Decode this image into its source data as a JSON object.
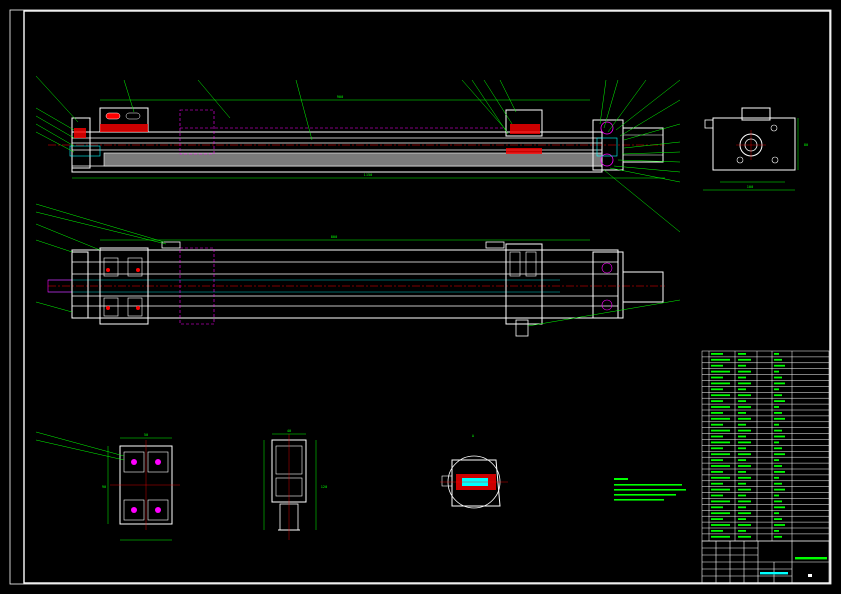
{
  "colors": {
    "background": "#000000",
    "outline": "#ffffff",
    "dimension": "#00ff00",
    "hidden": "#ff00ff",
    "center": "#ff0000",
    "section": "#00ffff",
    "accent": "#ffff00"
  },
  "dimensions": {
    "top_span": "900",
    "top_overall": "1150",
    "plan_span": "800",
    "end_view_height": "80",
    "end_view_width": "100",
    "carriage_width": "50",
    "carriage_height": "90",
    "bearing_width": "40",
    "bearing_height": "120"
  },
  "section": {
    "label": "A"
  }
}
